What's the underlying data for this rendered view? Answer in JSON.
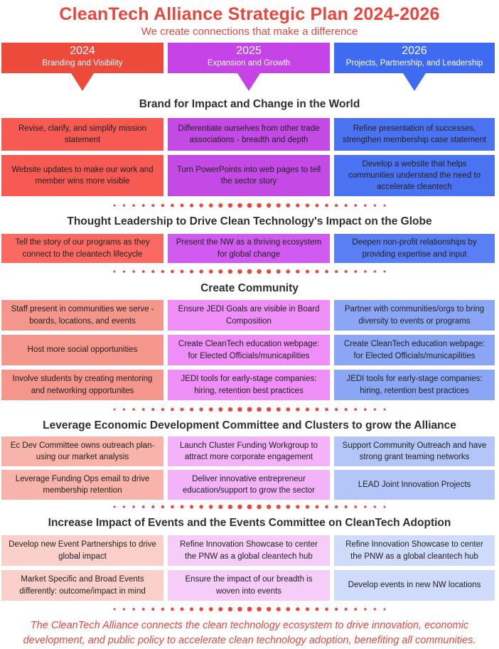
{
  "header": {
    "title": "CleanTech Alliance Strategic Plan 2024-2026",
    "subtitle": "We create connections that make a difference"
  },
  "years": [
    {
      "year": "2024",
      "theme": "Branding and Visibility"
    },
    {
      "year": "2025",
      "theme": "Expansion and Growth"
    },
    {
      "year": "2026",
      "theme": "Projects, Partnership, and Leadership"
    }
  ],
  "sections": [
    {
      "heading": "Brand for Impact and Change in the World",
      "rows": [
        [
          "Revise, clarify, and simplify mission statement",
          "Differentiate ourselves from other trade associations - breadth and depth",
          "Refine presentation of successes, strengthen membership case statement"
        ],
        [
          "Website updates to make our work and member wins more visible",
          "Turn PowerPoints into web pages to tell the sector story",
          "Develop a website that helps communities understand the need to accelerate cleantech"
        ]
      ]
    },
    {
      "heading": "Thought Leadership to Drive Clean Technology's Impact on the Globe",
      "rows": [
        [
          "Tell the story of our programs as they connect to the cleantech lifecycle",
          "Present the NW as a thriving ecosystem for global change",
          "Deepen non-profit relationships by providing expertise and input"
        ]
      ]
    },
    {
      "heading": "Create Community",
      "rows": [
        [
          "Staff present in communities we serve - boards, locations, and events",
          "Ensure JEDI Goals are visible in Board Composition",
          "Partner with communities/orgs to bring diversity to events or programs"
        ],
        [
          "Host more social opportunities",
          "Create CleanTech education webpage: for Elected Officials/municapilities",
          "Create CleanTech education webpage: for Elected Officials/municapilities"
        ],
        [
          "Involve students by creating mentoring and networking opportunites",
          "JEDI tools for early-stage companies: hiring, retention best practices",
          "JEDI tools for early-stage companies: hiring, retention best practices"
        ]
      ]
    },
    {
      "heading": "Leverage Economic Development Committee and Clusters to grow the Alliance",
      "rows": [
        [
          "Ec Dev Committee owns outreach plan- using our market analysis",
          "Launch Cluster Funding Workgroup to attract more corporate engagement",
          "Support Community Outreach and have strong grant teaming networks"
        ],
        [
          "Leverage Funding Ops email to drive membership retention",
          "Deliver innovative entrepreneur education/support to grow the sector",
          "LEAD Joint Innovation Projects"
        ]
      ]
    },
    {
      "heading": "Increase Impact of Events and the Events Committee on CleanTech Adoption",
      "rows": [
        [
          "Develop new Event Partnerships to drive global impact",
          "Refine Innovation Showcase to center the PNW as a global cleantech hub",
          "Refine Innovation Showcase to center the PNW as a global cleantech hub"
        ],
        [
          "Market Specific and Broad Events differently: outcome/impact in mind",
          "Ensure the impact of our breadth is woven into events",
          "Develop events in new NW locations"
        ]
      ]
    }
  ],
  "footer": "The CleanTech Alliance connects the clean technology ecosystem to drive innovation, economic development, and public policy to accelerate clean technology adoption, benefiting all communities.",
  "colors": {
    "accent": "#e8473e",
    "year_2024": "#ee4a3c",
    "year_2025": "#c643e8",
    "year_2026": "#3f6bf2",
    "brand": [
      "#f75a52",
      "#c44ae6",
      "#4b72f0"
    ],
    "leadership": [
      "#fb6a62",
      "#d15af0",
      "#5a7ef3"
    ],
    "community": [
      "#f5968c",
      "#ee8ef6",
      "#8ca6f6"
    ],
    "econdev": [
      "#f8b3aa",
      "#f4b3f8",
      "#b4c6f8"
    ],
    "events": [
      "#fbd0ca",
      "#f6cdf8",
      "#cfdbfa"
    ],
    "dots": "#e8473e"
  }
}
